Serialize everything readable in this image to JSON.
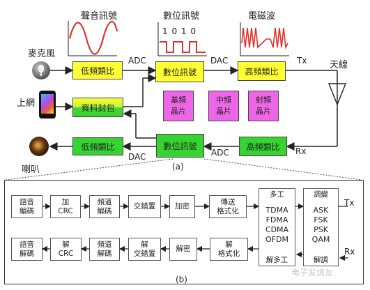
{
  "top": {
    "signal_labels": {
      "audio": "聲音訊號",
      "digital": "數位訊號",
      "wave": "電磁波"
    },
    "bits": "1 0 1 0",
    "sources": {
      "mic": "麥克風",
      "net": "上網",
      "speaker": "喇叭",
      "antenna": "天線"
    },
    "blocks": {
      "low_freq_in": "低頻類比",
      "data_encap": "資料封包",
      "low_freq_out": "低頻類比",
      "digital_tx": "數位訊號",
      "digital_rx": "數位訊號",
      "high_freq_tx": "高頻類比",
      "high_freq_rx": "高頻類比",
      "baseband": [
        "基頻",
        "晶片"
      ],
      "if_chip": [
        "中頻",
        "晶片"
      ],
      "rf_chip": [
        "射頻",
        "晶片"
      ]
    },
    "arrows": {
      "adc_top": "ADC",
      "dac_top": "DAC",
      "tx": "Tx",
      "rx": "Rx",
      "adc_bottom": "ADC",
      "dac_bottom": "DAC"
    },
    "caption": "(a)"
  },
  "bottom": {
    "tx_row": [
      [
        "語音",
        "編碼"
      ],
      [
        "加",
        "CRC"
      ],
      [
        "頻道",
        "編碼"
      ],
      [
        "交錯置"
      ],
      [
        "加密"
      ],
      [
        "傳送",
        "格式化"
      ]
    ],
    "rx_row": [
      [
        "語音",
        "解碼"
      ],
      [
        "解",
        "CRC"
      ],
      [
        "頻道",
        "解碼"
      ],
      [
        "解",
        "交錯置"
      ],
      [
        "解密"
      ],
      [
        "解",
        "格式化"
      ]
    ],
    "multiplex": {
      "title": "多工",
      "items": [
        "TDMA",
        "FDMA",
        "CDMA",
        "OFDM"
      ],
      "footer": "解多工"
    },
    "modulation": {
      "title": "調變",
      "items": [
        "ASK",
        "FSK",
        "PSK",
        "QAM"
      ],
      "footer": "解調"
    },
    "tx": "Tx",
    "rx": "Rx",
    "caption": "(b)"
  },
  "watermark": "电子发烧友"
}
